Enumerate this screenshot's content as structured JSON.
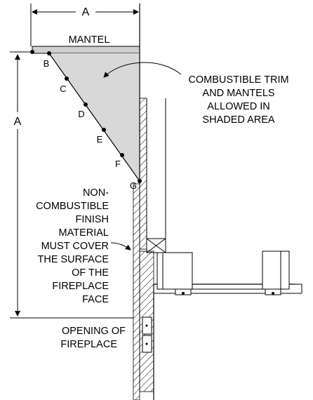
{
  "dimensions": {
    "top_label": "A",
    "left_label": "A"
  },
  "mantel_label": "MANTEL",
  "points": [
    "B",
    "C",
    "D",
    "E",
    "F",
    "G"
  ],
  "combustible_note": [
    "COMBUSTIBLE TRIM",
    "AND MANTELS",
    "ALLOWED IN",
    "SHADED AREA"
  ],
  "noncombustible_note": [
    "NON-",
    "COMBUSTIBLE",
    "FINISH",
    "MATERIAL",
    "MUST COVER",
    "THE SURFACE",
    "OF THE",
    "FIREPLACE",
    "FACE"
  ],
  "opening_note": [
    "OPENING OF",
    "FIREPLACE"
  ],
  "colors": {
    "shaded_area": "#d8d8d8",
    "line": "#000000"
  }
}
